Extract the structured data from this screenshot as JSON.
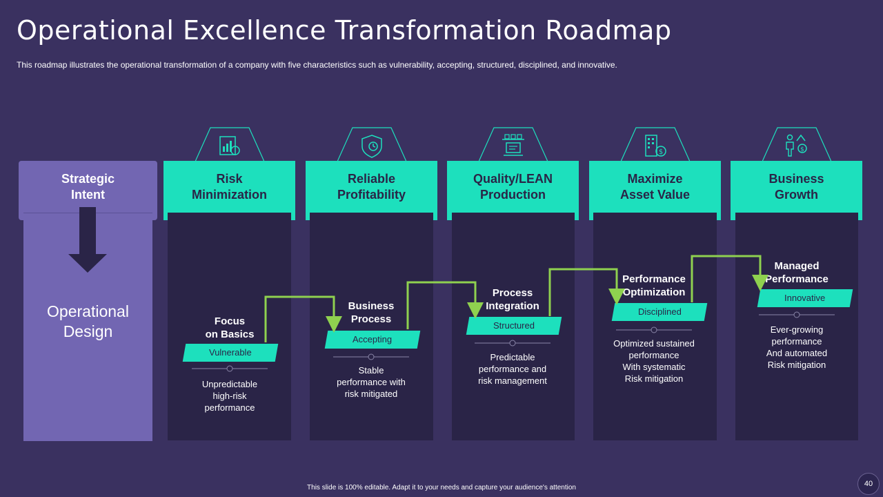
{
  "title": "Operational Excellence Transformation Roadmap",
  "subtitle": "This roadmap illustrates the operational transformation of a company with five characteristics such as vulnerability,  accepting, structured, disciplined, and innovative.",
  "footer": "This slide is 100% editable.  Adapt it to your needs and capture your audience's attention",
  "page_number": "40",
  "strategic": {
    "heading_line1": "Strategic",
    "heading_line2": "Intent",
    "body_line1": "Operational",
    "body_line2": "Design"
  },
  "colors": {
    "background": "#3a3160",
    "accent": "#1de0bd",
    "connector": "#8fd14f",
    "strategic": "#7266b2",
    "column": "#2a2447"
  },
  "stages": [
    {
      "heading_line1": "Risk",
      "heading_line2": "Minimization",
      "icon": "report-chart-icon",
      "phase_line1": "Focus",
      "phase_line2": "on Basics",
      "tag": "Vulnerable",
      "desc_line1": "Unpredictable",
      "desc_line2": "high-risk",
      "desc_line3": "performance",
      "desc_line4": ""
    },
    {
      "heading_line1": "Reliable",
      "heading_line2": "Profitability",
      "icon": "shield-clock-icon",
      "phase_line1": "Business",
      "phase_line2": "Process",
      "tag": "Accepting",
      "desc_line1": "Stable",
      "desc_line2": "performance with",
      "desc_line3": "risk mitigated",
      "desc_line4": ""
    },
    {
      "heading_line1": "Quality/LEAN",
      "heading_line2": "Production",
      "icon": "production-line-icon",
      "phase_line1": "Process",
      "phase_line2": "Integration",
      "tag": "Structured",
      "desc_line1": "Predictable",
      "desc_line2": "performance and",
      "desc_line3": "risk management",
      "desc_line4": ""
    },
    {
      "heading_line1": "Maximize",
      "heading_line2": "Asset Value",
      "icon": "building-dollar-icon",
      "phase_line1": "Performance",
      "phase_line2": "Optimization",
      "tag": "Disciplined",
      "desc_line1": "Optimized sustained",
      "desc_line2": "performance",
      "desc_line3": "With systematic",
      "desc_line4": "Risk mitigation"
    },
    {
      "heading_line1": "Business",
      "heading_line2": "Growth",
      "icon": "person-growth-icon",
      "phase_line1": "Managed",
      "phase_line2": "Performance",
      "tag": "Innovative",
      "desc_line1": "Ever-growing",
      "desc_line2": "performance",
      "desc_line3": "And automated",
      "desc_line4": "Risk mitigation"
    }
  ]
}
